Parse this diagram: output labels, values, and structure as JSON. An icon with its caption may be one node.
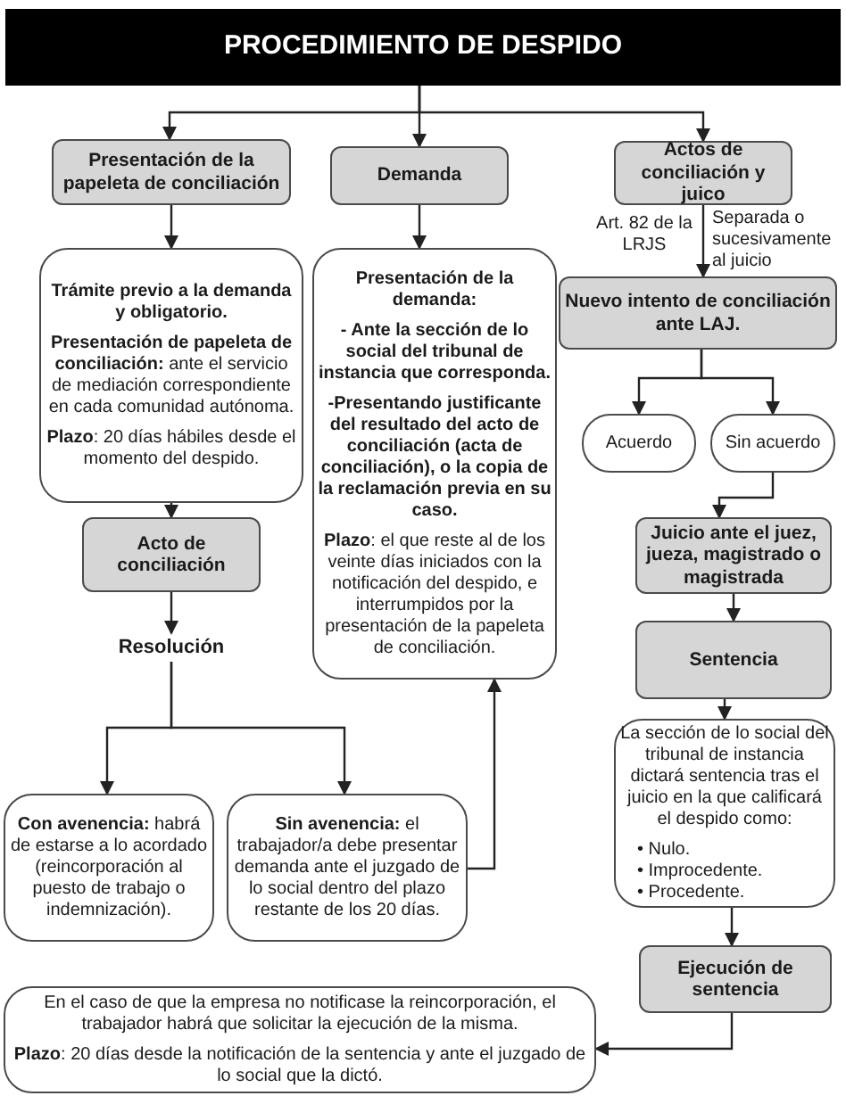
{
  "diagram": {
    "nodes": [
      {
        "text": [
          "PROCEDIMIENTO DE DESPIDO"
        ]
      },
      {
        "text": [
          "Presentación de la papeleta de conciliación"
        ]
      },
      {
        "text": [
          "Demanda"
        ]
      },
      {
        "text": [
          "Actos de conciliación y juico"
        ]
      },
      {
        "text": [
          "Trámite previo a la demanda y obligatorio.",
          "**Presentación de papeleta de conciliación:** ante el servicio de mediación correspondiente en cada comunidad autónoma.",
          "**Plazo**: 20 días hábiles desde el momento del despido."
        ]
      },
      {
        "text": [
          "Presentación de la demanda:",
          "- Ante la sección de lo social del tribunal de instancia que corresponda.",
          "-Presentando justificante del resultado del acto de conciliación (acta de conciliación), o la copia de la reclamación previa en su caso.",
          "**Plazo**: el que reste al de los veinte días iniciados con la notificación del despido, e interrumpidos por la presentación de la papeleta de conciliación."
        ]
      },
      {
        "text": [
          "Acto de conciliación"
        ]
      },
      {
        "text": [
          "Resolución"
        ]
      },
      {
        "text": [
          "**Con avenencia:** habrá de estarse a lo acordado (reincorporación al puesto de trabajo o indemnización)."
        ]
      },
      {
        "text": [
          "**Sin avenencia:** el trabajador/a debe presentar demanda ante el juzgado de lo social dentro del plazo restante de los 20 días."
        ]
      },
      {
        "text": [
          "**Nuevo intento de conciliación** ante LAJ."
        ]
      },
      {
        "text": [
          "Acuerdo"
        ]
      },
      {
        "text": [
          "Sin acuerdo"
        ]
      },
      {
        "text": [
          "**Juicio** ante el juez, jueza, magistrado o magistrada"
        ]
      },
      {
        "text": [
          "Sentencia"
        ]
      },
      {
        "text": [
          "La sección de lo social del tribunal de instancia dictará sentencia tras el juicio en la que calificará el despido como:",
          "• Nulo.",
          "• Improcedente.",
          "• Procedente."
        ]
      },
      {
        "text": [
          "Ejecución de sentencia"
        ]
      },
      {
        "text": [
          "En el caso de que la empresa no notificase la reincorporación, el trabajador habrá que solicitar la ejecución de la misma.",
          "**Plazo**: 20 días desde la notificación de la sentencia y ante el juzgado de lo social que la dictó."
        ]
      }
    ],
    "edges": [
      {
        "from": 0,
        "to": 1,
        "arrow": "to"
      },
      {
        "from": 0,
        "to": 2,
        "arrow": "to"
      },
      {
        "from": 0,
        "to": 3,
        "arrow": "to"
      },
      {
        "from": 1,
        "to": 4,
        "arrow": "to"
      },
      {
        "from": 2,
        "to": 5,
        "arrow": "to"
      },
      {
        "from": 4,
        "to": 6,
        "arrow": "to"
      },
      {
        "from": 6,
        "to": 7,
        "arrow": "to"
      },
      {
        "from": 7,
        "to": 8,
        "arrow": "to"
      },
      {
        "from": 7,
        "to": 9,
        "arrow": "to"
      },
      {
        "from": 9,
        "to": 5,
        "arrow": "to"
      },
      {
        "from": 3,
        "to": 10,
        "arrow": "to",
        "label": "Separada o sucesivamente al juicio"
      },
      {
        "from": 10,
        "to": 11,
        "arrow": "to"
      },
      {
        "from": 10,
        "to": 12,
        "arrow": "to"
      },
      {
        "from": 12,
        "to": 13,
        "arrow": "to"
      },
      {
        "from": 13,
        "to": 14,
        "arrow": "to"
      },
      {
        "from": 14,
        "to": 15,
        "arrow": "to"
      },
      {
        "from": 15,
        "to": 16,
        "arrow": "to"
      },
      {
        "from": 16,
        "to": 17,
        "arrow": "to"
      }
    ],
    "labels": [
      "Art. 82 de la LRJS"
    ]
  }
}
